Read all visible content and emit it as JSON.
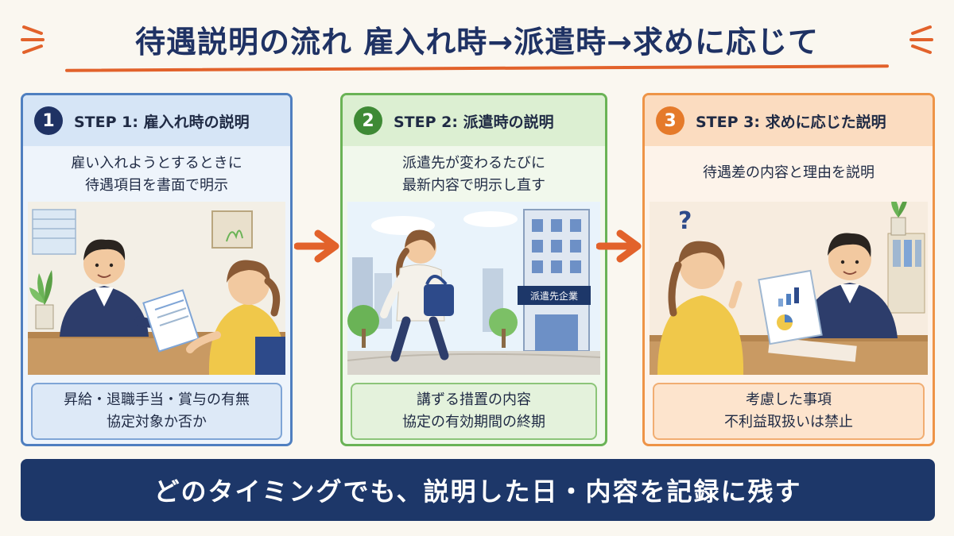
{
  "header": {
    "title": "待遇説明の流れ 雇入れ時→派遣時→求めに応じて"
  },
  "steps": [
    {
      "number": "1",
      "label": "STEP 1: 雇入れ時の説明",
      "desc_lines": [
        "雇い入れようとするときに",
        "待遇項目を書面で明示"
      ],
      "note_lines": [
        "昇給・退職手当・賞与の有無",
        "協定対象か否か"
      ],
      "accent": "#4f7fc0"
    },
    {
      "number": "2",
      "label": "STEP 2: 派遣時の説明",
      "desc_lines": [
        "派遣先が変わるたびに",
        "最新内容で明示し直す"
      ],
      "note_lines": [
        "講ずる措置の内容",
        "協定の有効期間の終期"
      ],
      "building_sign": "派遣先企業",
      "accent": "#6ab356"
    },
    {
      "number": "3",
      "label": "STEP 3: 求めに応じた説明",
      "desc_lines": [
        "待遇差の内容と理由を説明"
      ],
      "note_lines": [
        "考慮した事項",
        "不利益取扱いは禁止"
      ],
      "question_mark": "?",
      "accent": "#ee9447"
    }
  ],
  "footer": {
    "text": "どのタイミングでも、説明した日・内容を記録に残す"
  },
  "colors": {
    "navy": "#1d3769",
    "orange_accent": "#e2622b",
    "background": "#faf7f0"
  },
  "icons": [
    "spark-icon",
    "arrow-right-icon",
    "question-icon",
    "document-icon",
    "chart-icon",
    "plant-icon",
    "building-icon"
  ]
}
